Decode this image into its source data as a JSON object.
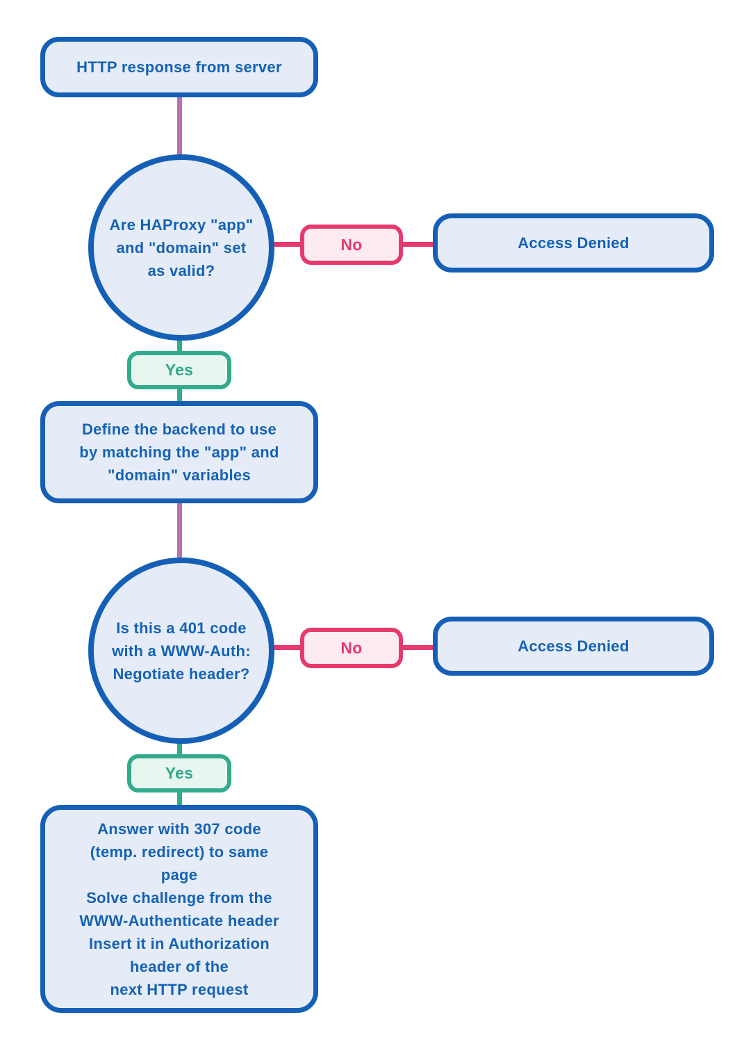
{
  "colors": {
    "node_border_blue": "#1560b6",
    "node_fill_blue": "#e5ecf8",
    "text_blue": "#1562b4",
    "no_pink": "#e6396d",
    "no_fill_pink": "#fcecf2",
    "yes_green": "#31ab8b",
    "yes_fill_green": "#e9f6f0",
    "sequence_connector_purple": "#b473ae",
    "background": "#ffffff"
  },
  "flowchart": {
    "start": {
      "label": "HTTP response from server"
    },
    "decision1": {
      "question": "Are HAProxy \"app\"\nand \"domain\" set\nas valid?",
      "no": {
        "label": "No",
        "result": "Access Denied"
      },
      "yes": {
        "label": "Yes"
      }
    },
    "process1": {
      "label": "Define the backend to use\nby matching the \"app\" and\n\"domain\" variables"
    },
    "decision2": {
      "question": "Is this a 401 code\nwith a WWW-Auth:\nNegotiate header?",
      "no": {
        "label": "No",
        "result": "Access Denied"
      },
      "yes": {
        "label": "Yes"
      }
    },
    "process2": {
      "label": "Answer with 307 code\n(temp. redirect) to same\npage\nSolve challenge from the\nWWW-Authenticate header\nInsert it in Authorization\nheader of the\nnext HTTP request"
    }
  }
}
